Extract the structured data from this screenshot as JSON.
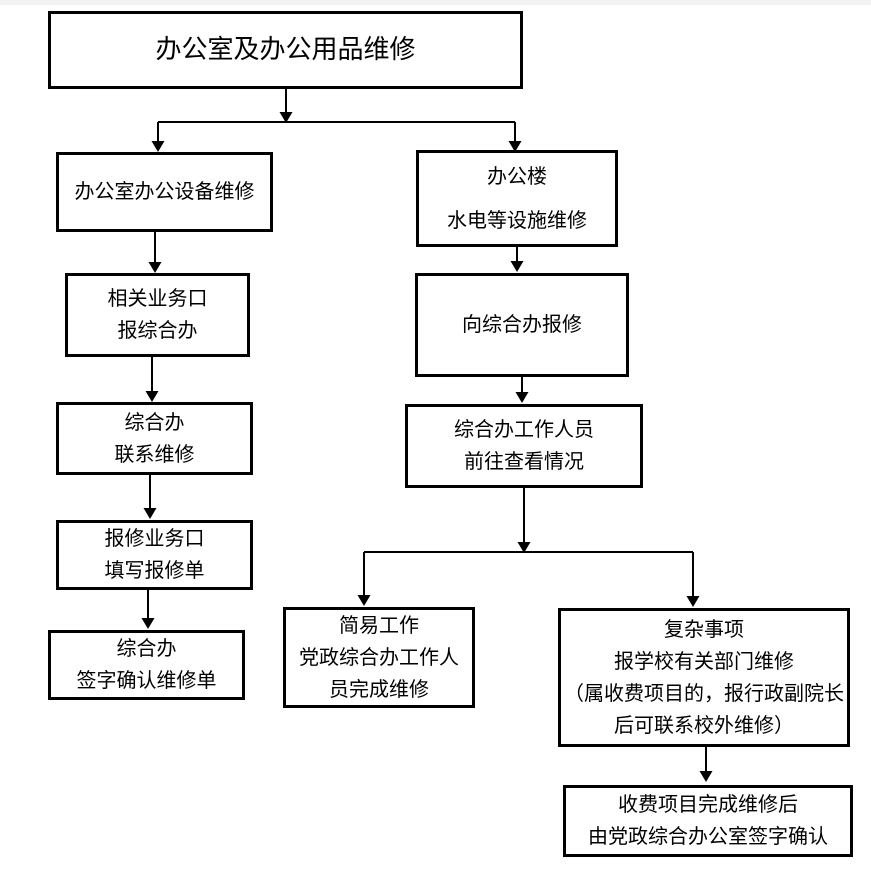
{
  "page": {
    "background": "#ffffff",
    "top_edge_color": "#f2f2f2"
  },
  "flowchart": {
    "line_color": "#000000",
    "box_border_color": "#000000",
    "text_color": "#000000",
    "nodes": {
      "title": {
        "lines": [
          "办公室及办公用品维修"
        ]
      },
      "office_equipment_repair": {
        "lines": [
          "办公室办公设备维修"
        ]
      },
      "report_related_business": {
        "lines": [
          "相关业务口",
          "报综合办"
        ]
      },
      "general_office_contact_repair": {
        "lines": [
          "综合办",
          "联系维修"
        ]
      },
      "fill_repair_form": {
        "lines": [
          "报修业务口",
          "填写报修单"
        ]
      },
      "general_office_sign_confirm": {
        "lines": [
          "综合办",
          "签字确认维修单"
        ]
      },
      "office_building_facilities": {
        "lines": [
          "办公楼",
          "水电等设施维修"
        ]
      },
      "report_to_general_office": {
        "lines": [
          "向综合办报修"
        ]
      },
      "staff_site_check": {
        "lines": [
          "综合办工作人员",
          "前往查看情况"
        ]
      },
      "simple_work": {
        "lines": [
          "简易工作",
          "党政综合办工作人",
          "员完成维修"
        ]
      },
      "complex_matter": {
        "lines": [
          "复杂事项",
          "报学校有关部门维修",
          "（属收费项目的，报行政副院长",
          "后可联系校外维修）"
        ]
      },
      "paid_project_sign": {
        "lines": [
          "收费项目完成维修后",
          "由党政综合办公室签字确认"
        ]
      }
    }
  }
}
